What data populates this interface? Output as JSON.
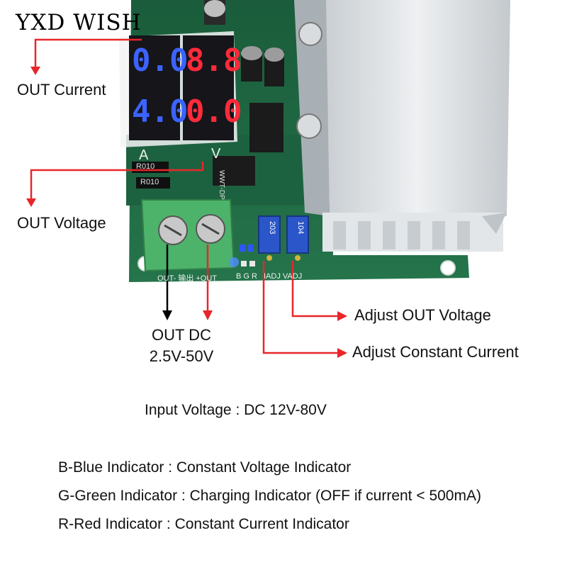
{
  "brand": "YXD WISH",
  "board": {
    "display_current": [
      "0.0",
      "4.0"
    ],
    "display_voltage": [
      "8.8",
      "0.0"
    ],
    "unit_current": "A",
    "unit_voltage": "V",
    "resistor_1": "R010",
    "resistor_2": "R010",
    "pot_1": "203",
    "pot_2": "104",
    "terminal_text": "OUT- 输出 +OUT",
    "indicator_text": "B G R",
    "adj_text": "IADJ VADJ",
    "chip_text": "WWT-DP"
  },
  "labels": {
    "out_current": "OUT Current",
    "out_voltage": "OUT Voltage",
    "out_dc_1": "OUT DC",
    "out_dc_2": "2.5V-50V",
    "adjust_voltage": "Adjust OUT Voltage",
    "adjust_current": "Adjust Constant Current"
  },
  "specs": {
    "input_voltage": "Input Voltage : DC 12V-80V",
    "blue": "B-Blue Indicator : Constant Voltage Indicator",
    "green": "G-Green Indicator : Charging Indicator (OFF if current < 500mA)",
    "red": "R-Red Indicator : Constant Current Indicator"
  },
  "colors": {
    "pcb": "#1f6a45",
    "heatsink": "#d9dde0",
    "terminal": "#4db36b",
    "blue_led": "#2f55ff",
    "red_led": "#ff2a3a",
    "arrow_red": "#e8262a",
    "arrow_black": "#000000",
    "pot": "#2b56c9"
  }
}
